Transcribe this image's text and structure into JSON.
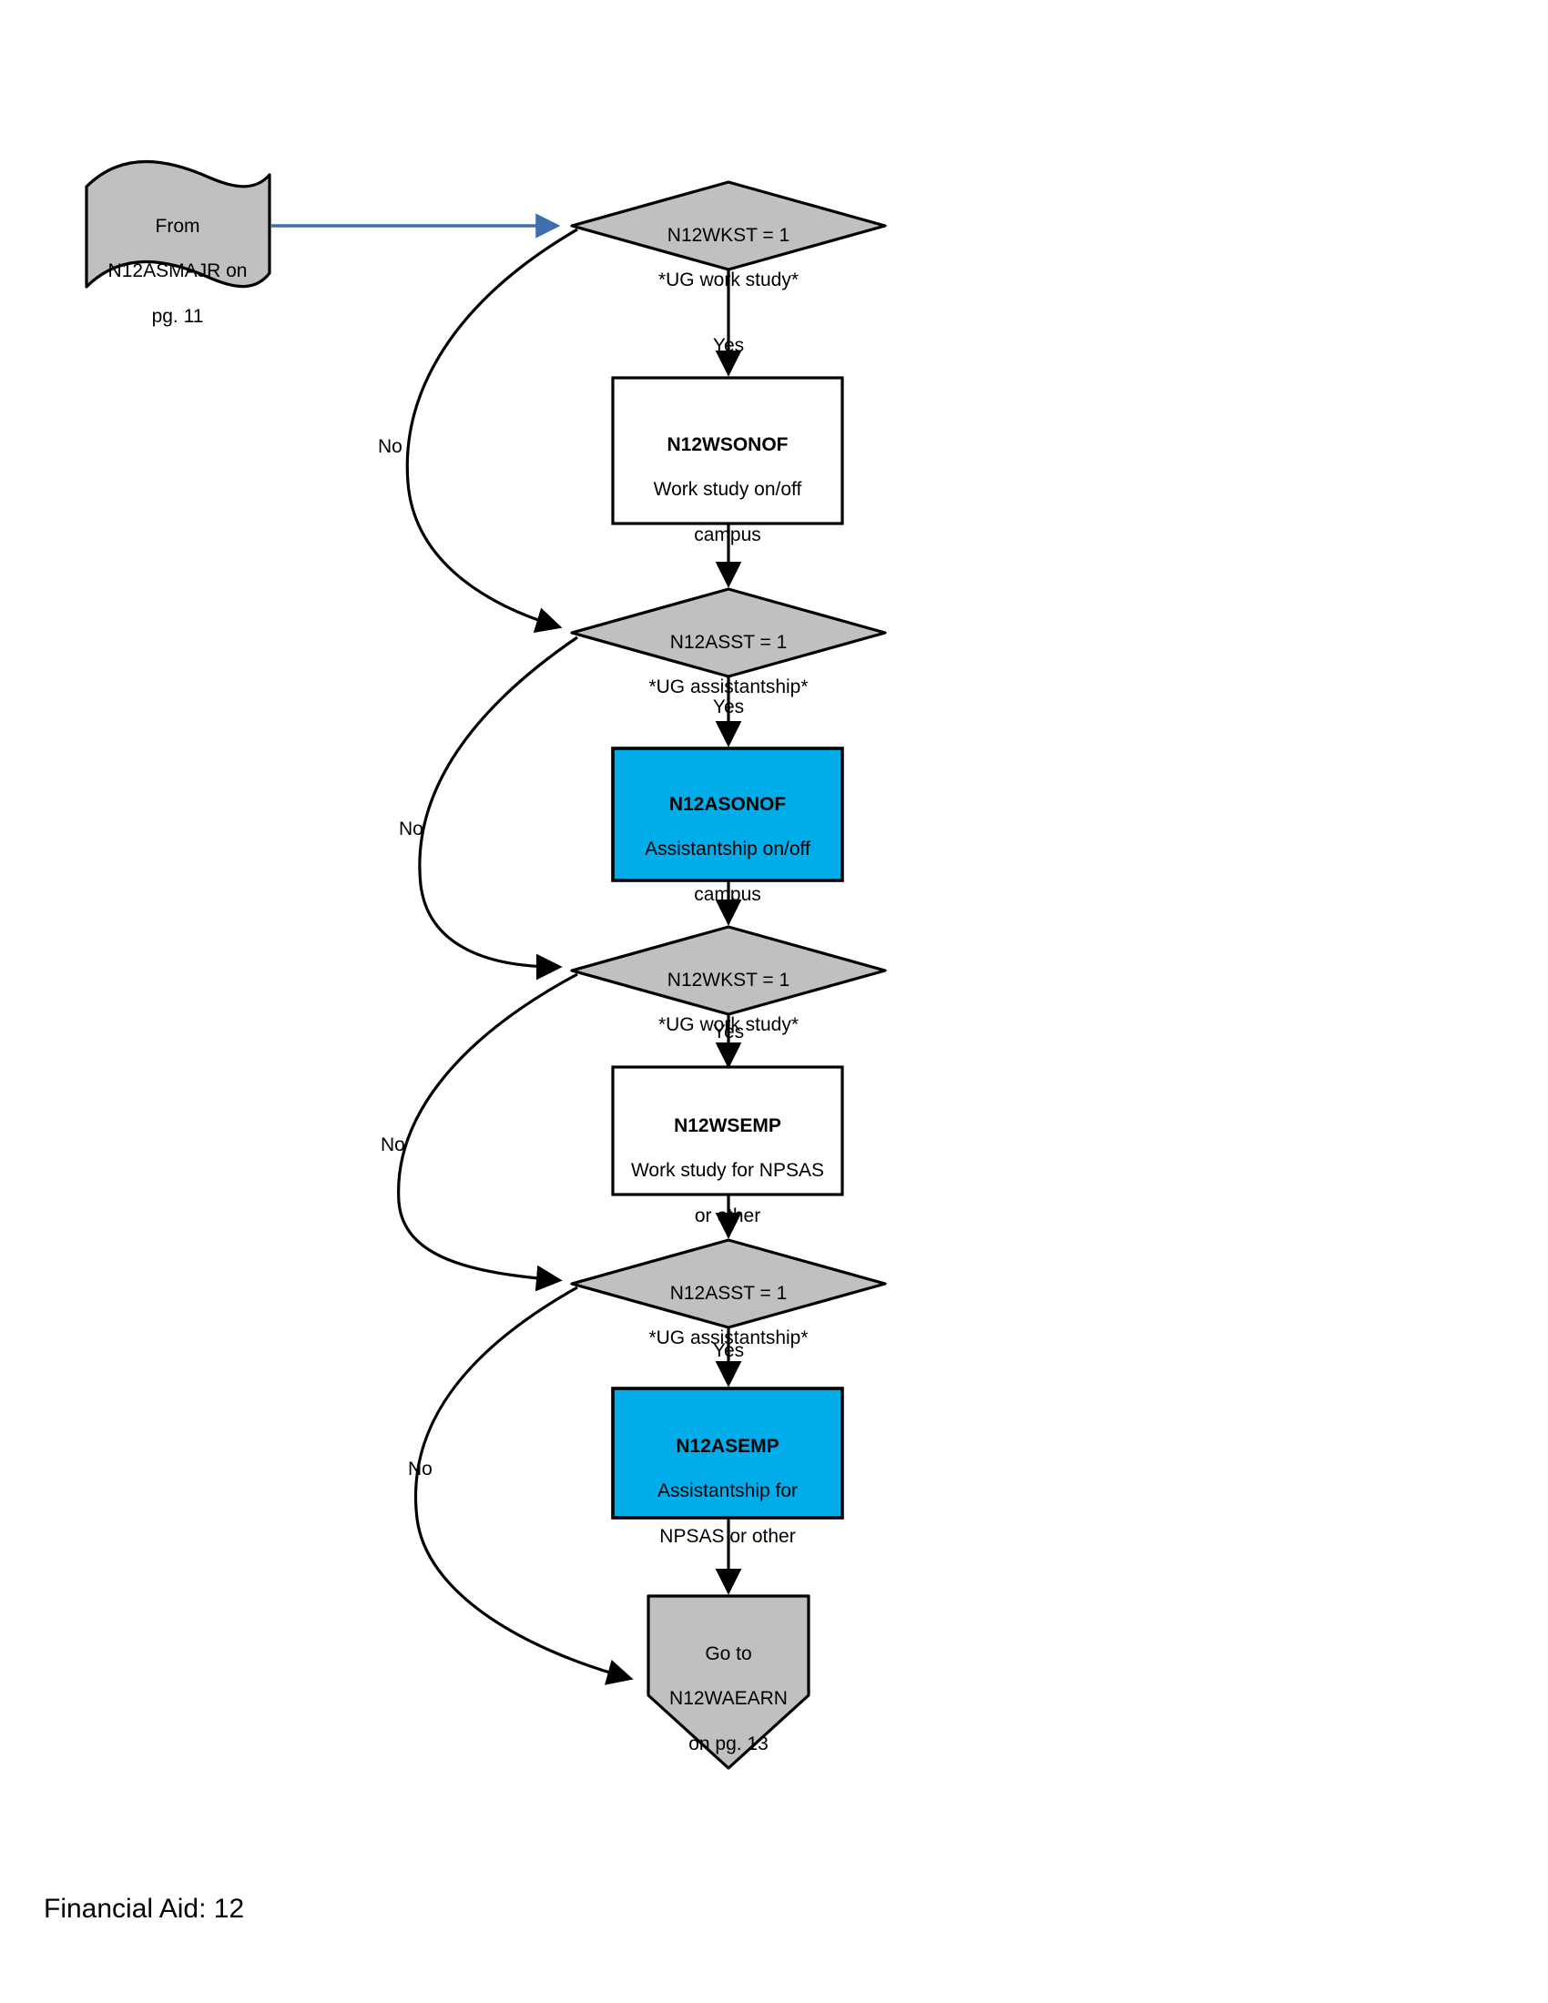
{
  "page": {
    "footer": "Financial Aid: 12",
    "background_color": "#ffffff"
  },
  "palette": {
    "shape_gray": "#c0c0c0",
    "shape_blue": "#00ade8",
    "shape_white": "#ffffff",
    "outline": "#000000",
    "entry_connector_blue": "#4a7ebb"
  },
  "chart_data": {
    "type": "diagram",
    "diagram_kind": "flowchart",
    "title": "Financial Aid: 12",
    "nodes": [
      {
        "id": "from-n12asmajr",
        "shape": "flag",
        "fill": "#c0c0c0",
        "lines": [
          "From",
          "N12ASMAJR on",
          "pg. 11"
        ],
        "bold_first_line": false
      },
      {
        "id": "n12wkst-1",
        "shape": "diamond",
        "fill": "#c0c0c0",
        "lines": [
          "N12WKST = 1",
          "*UG work study*"
        ],
        "bold_first_line": false
      },
      {
        "id": "n12wsonof",
        "shape": "rectangle",
        "fill": "#ffffff",
        "lines": [
          "N12WSONOF",
          "Work study on/off",
          "campus"
        ],
        "bold_first_line": true
      },
      {
        "id": "n12asst-1",
        "shape": "diamond",
        "fill": "#c0c0c0",
        "lines": [
          "N12ASST = 1",
          "*UG assistantship*"
        ],
        "bold_first_line": false
      },
      {
        "id": "n12asonof",
        "shape": "rectangle",
        "fill": "#00ade8",
        "lines": [
          "N12ASONOF",
          "Assistantship on/off",
          "campus"
        ],
        "bold_first_line": true
      },
      {
        "id": "n12wkst-2",
        "shape": "diamond",
        "fill": "#c0c0c0",
        "lines": [
          "N12WKST = 1",
          "*UG work study*"
        ],
        "bold_first_line": false
      },
      {
        "id": "n12wsemp",
        "shape": "rectangle",
        "fill": "#ffffff",
        "lines": [
          "N12WSEMP",
          "Work study for NPSAS",
          "or other"
        ],
        "bold_first_line": true
      },
      {
        "id": "n12asst-2",
        "shape": "diamond",
        "fill": "#c0c0c0",
        "lines": [
          "N12ASST = 1",
          "*UG assistantship*"
        ],
        "bold_first_line": false
      },
      {
        "id": "n12asemp",
        "shape": "rectangle",
        "fill": "#00ade8",
        "lines": [
          "N12ASEMP",
          "Assistantship for",
          "NPSAS or other"
        ],
        "bold_first_line": true
      },
      {
        "id": "goto-n12waearn",
        "shape": "pentagon-home",
        "fill": "#c0c0c0",
        "lines": [
          "Go to",
          "N12WAEARN",
          "on pg. 13"
        ],
        "bold_first_line": false
      }
    ],
    "edges": [
      {
        "from": "from-n12asmajr",
        "to": "n12wkst-1",
        "label": "",
        "style": "straight-blue"
      },
      {
        "from": "n12wkst-1",
        "to": "n12wsonof",
        "label": "Yes",
        "style": "straight"
      },
      {
        "from": "n12wkst-1",
        "to": "n12asst-1",
        "label": "No",
        "style": "curve-left"
      },
      {
        "from": "n12wsonof",
        "to": "n12asst-1",
        "label": "",
        "style": "straight"
      },
      {
        "from": "n12asst-1",
        "to": "n12asonof",
        "label": "Yes",
        "style": "straight"
      },
      {
        "from": "n12asst-1",
        "to": "n12wkst-2",
        "label": "No",
        "style": "curve-left"
      },
      {
        "from": "n12asonof",
        "to": "n12wkst-2",
        "label": "",
        "style": "straight"
      },
      {
        "from": "n12wkst-2",
        "to": "n12wsemp",
        "label": "Yes",
        "style": "straight"
      },
      {
        "from": "n12wkst-2",
        "to": "n12asst-2",
        "label": "No",
        "style": "curve-left"
      },
      {
        "from": "n12wsemp",
        "to": "n12asst-2",
        "label": "",
        "style": "straight"
      },
      {
        "from": "n12asst-2",
        "to": "n12asemp",
        "label": "Yes",
        "style": "straight"
      },
      {
        "from": "n12asst-2",
        "to": "goto-n12waearn",
        "label": "No",
        "style": "curve-left"
      },
      {
        "from": "n12asemp",
        "to": "goto-n12waearn",
        "label": "",
        "style": "straight"
      }
    ],
    "edge_labels": {
      "yes_1": "Yes",
      "yes_2": "Yes",
      "yes_3": "Yes",
      "yes_4": "Yes",
      "no_1": "No",
      "no_2": "No",
      "no_3": "No",
      "no_4": "No"
    }
  },
  "nodes": {
    "from_flag": {
      "line1": "From",
      "line2": "N12ASMAJR on",
      "line3": "pg. 11"
    },
    "d1": {
      "line1": "N12WKST = 1",
      "line2": "*UG work study*"
    },
    "b1": {
      "line1": "N12WSONOF",
      "line2": "Work study on/off",
      "line3": "campus"
    },
    "d2": {
      "line1": "N12ASST = 1",
      "line2": "*UG assistantship*"
    },
    "b2": {
      "line1": "N12ASONOF",
      "line2": "Assistantship on/off",
      "line3": "campus"
    },
    "d3": {
      "line1": "N12WKST = 1",
      "line2": "*UG work study*"
    },
    "b3": {
      "line1": "N12WSEMP",
      "line2": "Work study for NPSAS",
      "line3": "or other"
    },
    "d4": {
      "line1": "N12ASST = 1",
      "line2": "*UG assistantship*"
    },
    "b4": {
      "line1": "N12ASEMP",
      "line2": "Assistantship for",
      "line3": "NPSAS or other"
    },
    "goto": {
      "line1": "Go to",
      "line2": "N12WAEARN",
      "line3": "on pg. 13"
    }
  },
  "labels": {
    "yes1": "Yes",
    "yes2": "Yes",
    "yes3": "Yes",
    "yes4": "Yes",
    "no1": "No",
    "no2": "No",
    "no3": "No",
    "no4": "No"
  }
}
